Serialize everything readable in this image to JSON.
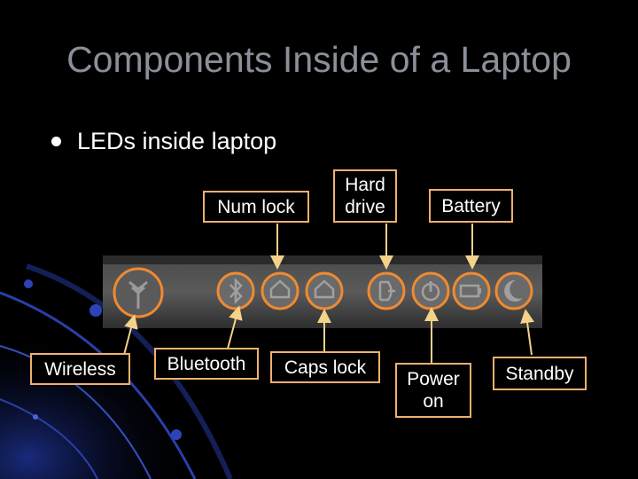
{
  "slide": {
    "title": "Components Inside of a Laptop",
    "bullet": "LEDs inside laptop"
  },
  "callouts": {
    "num_lock": "Num lock",
    "hard_drive": "Hard\ndrive",
    "battery": "Battery",
    "wireless": "Wireless",
    "bluetooth": "Bluetooth",
    "caps_lock": "Caps lock",
    "power_on": "Power\non",
    "standby": "Standby"
  },
  "led_icons": [
    "wireless-icon",
    "bluetooth-icon",
    "num-lock-icon",
    "caps-lock-icon",
    "hard-drive-icon",
    "power-icon",
    "battery-icon",
    "standby-icon"
  ],
  "colors": {
    "title": "#8a8f99",
    "callout_border": "#f0b070",
    "led_ring": "#f08a30",
    "arrow": "#f5d28a",
    "strip": "#3a3a3a"
  }
}
